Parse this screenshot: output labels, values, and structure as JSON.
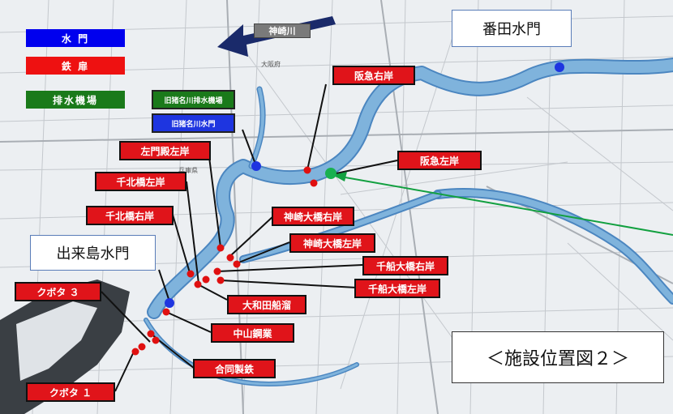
{
  "legend": {
    "gate": {
      "label": "水 門",
      "color": "#0000ee"
    },
    "iron_gate": {
      "label": "鉄 扉",
      "color": "#ee1111"
    },
    "pumping_station": {
      "label": "排水機場",
      "color": "#1a7a1a"
    }
  },
  "river_arrow": {
    "label": "神崎川"
  },
  "map_text": {
    "osaka_pref": "大阪府",
    "hyogo_pref": "兵庫県"
  },
  "callouts": {
    "banda_gate": "番田水門",
    "dekijima_gate": "出来島水門",
    "figure_title": "＜施設位置図２＞"
  },
  "facilities": {
    "old_inagawa_pump": "旧猪名川排水機場",
    "old_inagawa_gate": "旧猪名川水門",
    "hankyu_right": "阪急右岸",
    "hankyu_left": "阪急左岸",
    "samondono_left": "左門殿左岸",
    "senboku_left": "千北橋左岸",
    "senboku_right": "千北橋右岸",
    "kanzaki_right": "神崎大橋右岸",
    "kanzaki_left": "神崎大橋左岸",
    "senfune_right": "千船大橋右岸",
    "senfune_left": "千船大橋左岸",
    "owada": "大和田船溜",
    "nakayama": "中山鋼業",
    "godo": "合同製鉄",
    "kubota3": "クボタ ３",
    "kubota1": "クボタ １"
  },
  "colors": {
    "river": "#7fb3dc",
    "river_outline": "#4b86c0",
    "sea": "#3a3f44",
    "land": "#eceff2",
    "road": "#c4c8cd",
    "marker_red": "#e01010",
    "marker_blue": "#1e35e0",
    "marker_green": "#18b050",
    "arrow_navy": "#1a2a6a",
    "pointer_green": "#12a040"
  },
  "icons": {
    "river_arrow": "flow-direction-arrow",
    "pointer": "green-pointer-arrow"
  }
}
